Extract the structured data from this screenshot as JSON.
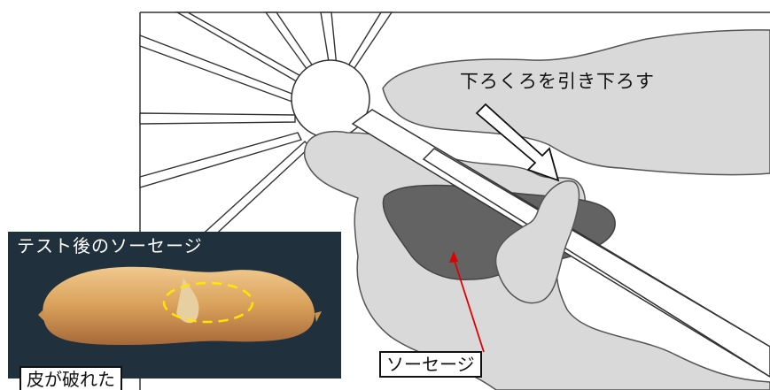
{
  "diagram": {
    "instruction_label": "下ろくろを引き下ろす",
    "sausage_label": "ソーセージ",
    "photo_caption": "テスト後のソーセージ",
    "torn_label": "皮が破れた"
  },
  "colors": {
    "hand_fill": "#d9d9d9",
    "sausage_fill": "#636363",
    "pointer_red": "#e10000",
    "pointer_yellow": "#ffe600",
    "photo_bg": "#20303d"
  }
}
